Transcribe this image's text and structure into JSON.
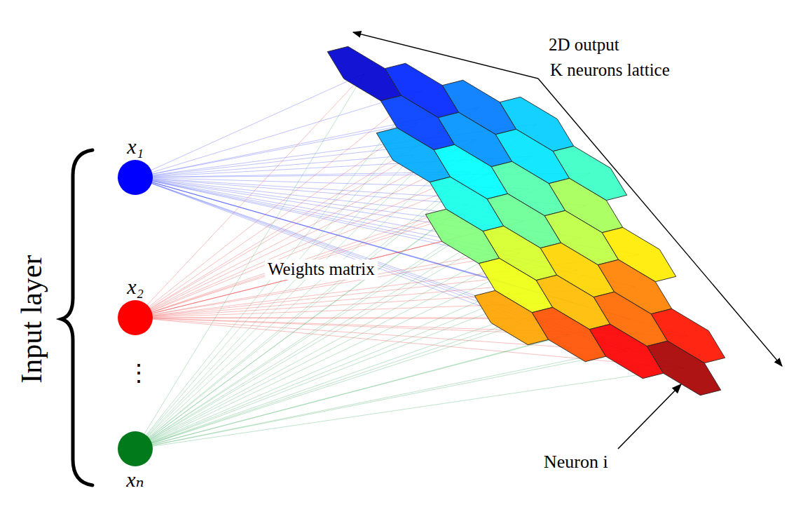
{
  "diagram": {
    "nodes": [
      {
        "text": [
          "x₁"
        ]
      },
      {
        "text": [
          "x₂"
        ]
      },
      {
        "text": [
          "xₙ"
        ]
      }
    ],
    "labels": [
      "2D output",
      "K neurons lattice",
      "Weights matrix",
      "⋮",
      "Input layer",
      "Neuron i"
    ]
  }
}
